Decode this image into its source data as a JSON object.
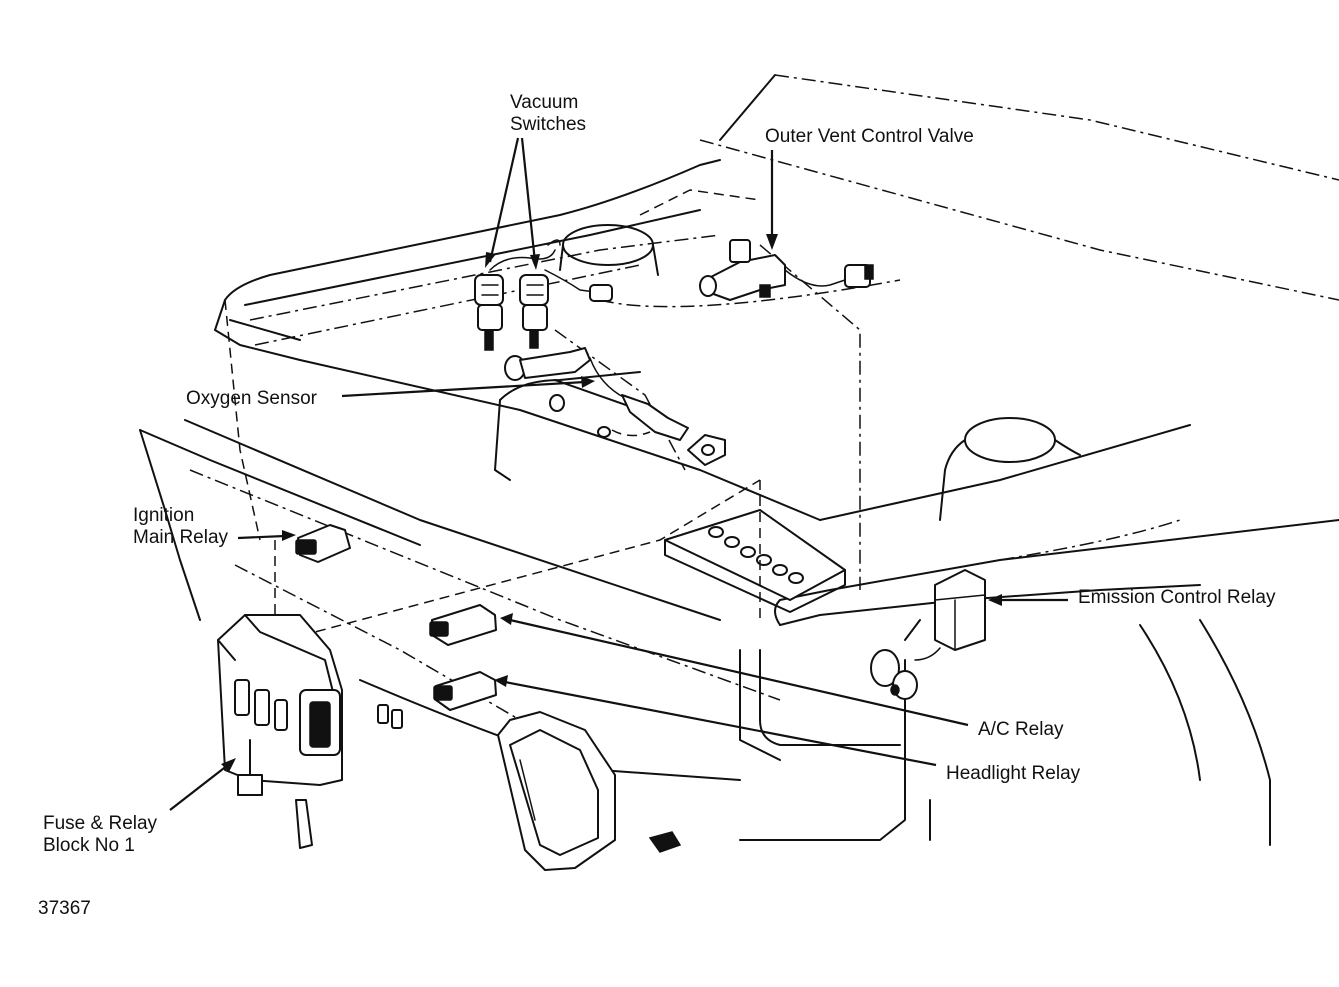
{
  "labels": {
    "vacuum_switches_line1": "Vacuum",
    "vacuum_switches_line2": "Switches",
    "outer_vent_control_valve": "Outer Vent Control Valve",
    "oxygen_sensor": "Oxygen Sensor",
    "ignition_main_relay_line1": "Ignition",
    "ignition_main_relay_line2": "Main Relay",
    "emission_control_relay": "Emission Control Relay",
    "ac_relay": "A/C Relay",
    "headlight_relay": "Headlight Relay",
    "fuse_relay_block_line1": "Fuse & Relay",
    "fuse_relay_block_line2": "Block No  1"
  },
  "figure_number": "37367"
}
